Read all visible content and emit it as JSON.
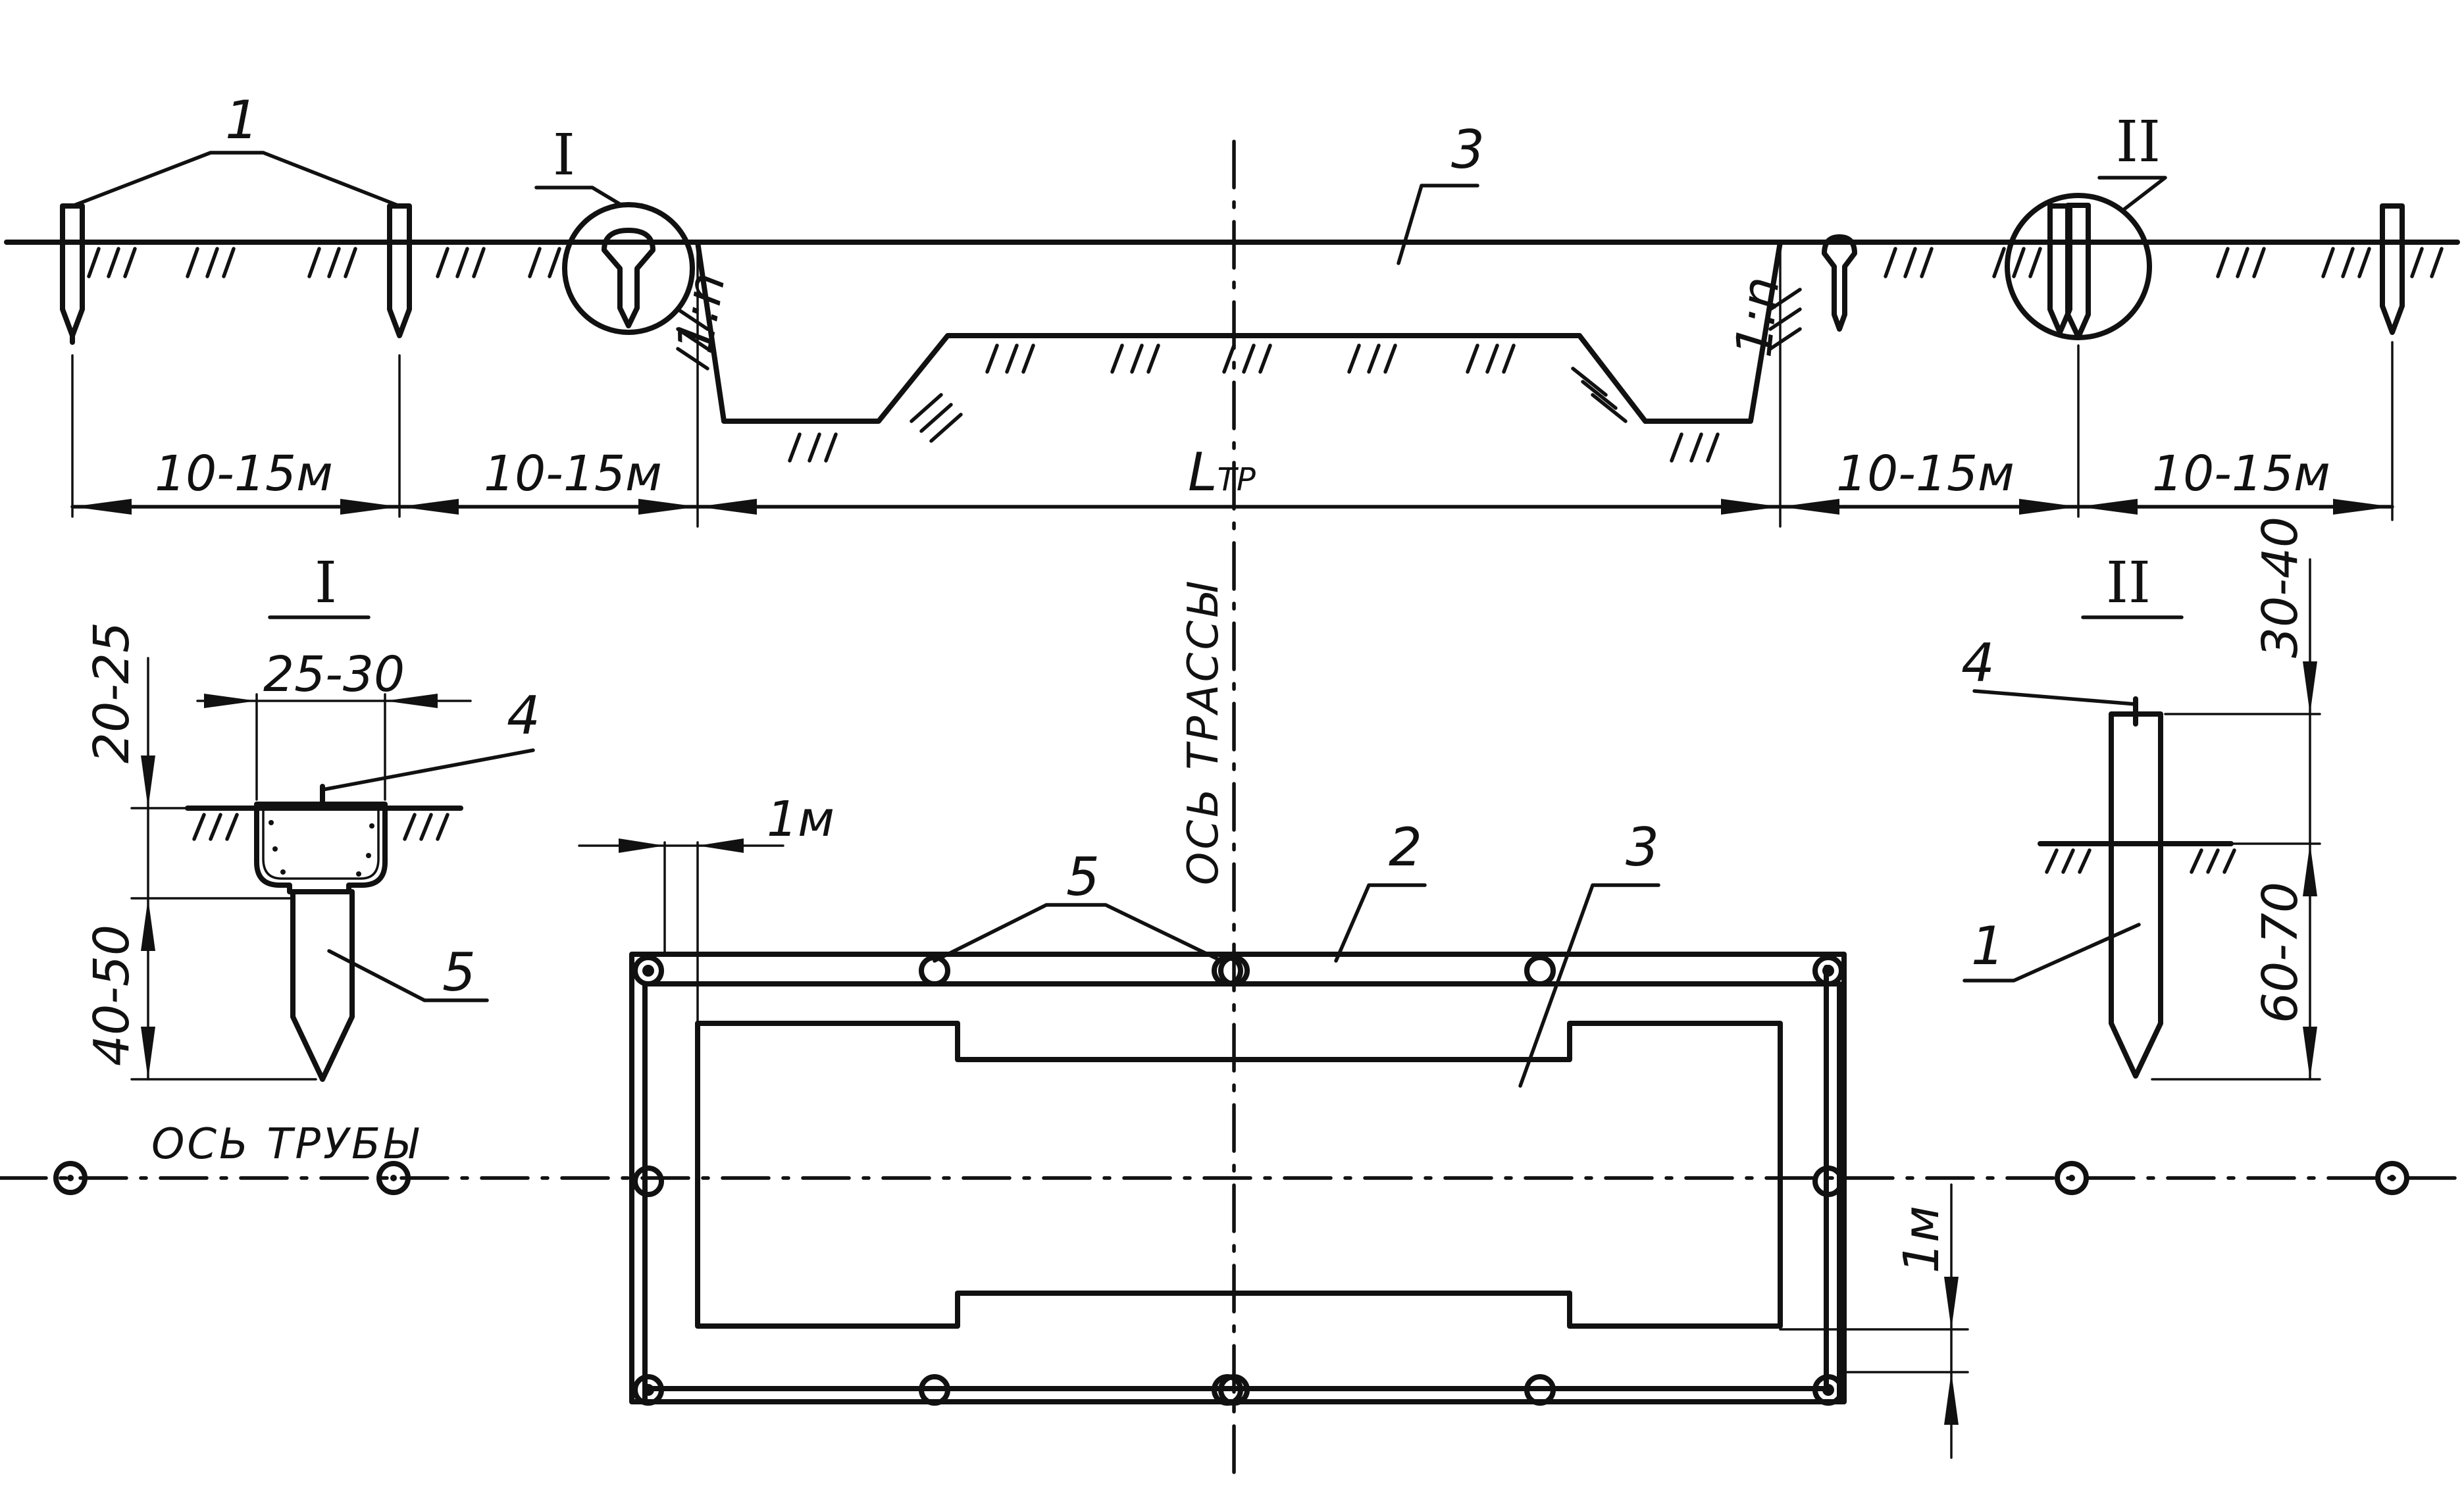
{
  "labels": {
    "n1": "1",
    "n2": "2",
    "n3": "3",
    "n4": "4",
    "n5": "5",
    "roman1": "I",
    "roman2": "II",
    "axis_route": "ОСЬ ТРАССЫ",
    "axis_pipe": "ОСЬ ТРУБЫ",
    "slope": "1:n",
    "l_main": "L",
    "l_sub": "ТР"
  },
  "dims": {
    "d10_15": "10-15м",
    "d25_30": "25-30",
    "d20_25": "20-25",
    "d40_50": "40-50",
    "d30_40": "30-40",
    "d60_70": "60-70",
    "d1m": "1м"
  }
}
